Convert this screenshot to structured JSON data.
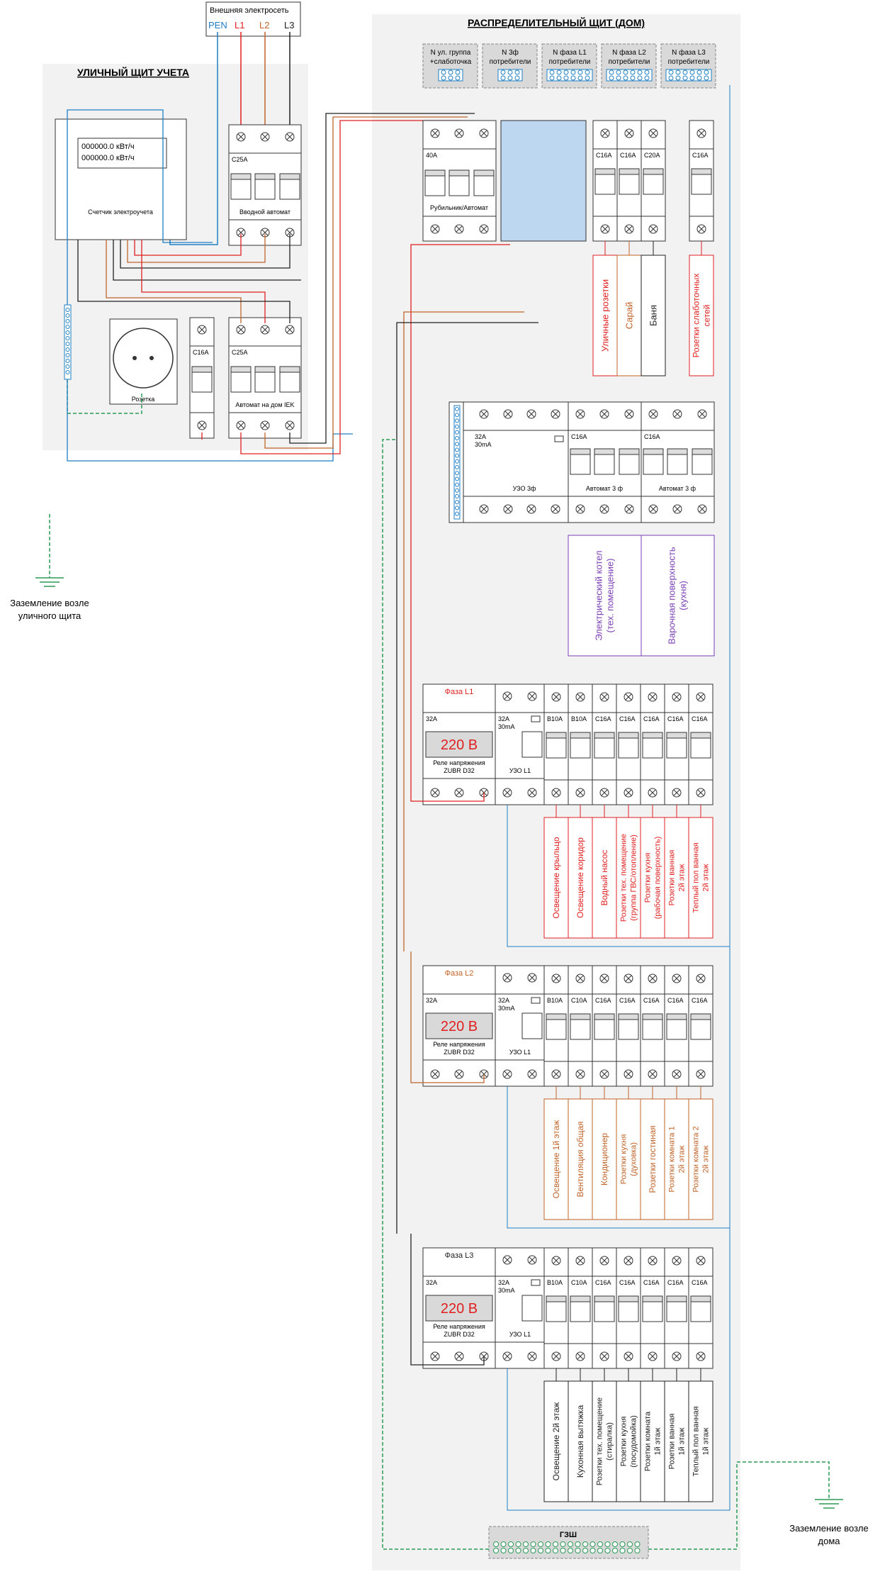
{
  "ext_supply": {
    "title": "Внешняя электросеть",
    "pen": "PEN",
    "l1": "L1",
    "l2": "L2",
    "l3": "L3"
  },
  "street": {
    "title": "УЛИЧНЫЙ ЩИТ УЧЕТА",
    "meter_line1": "000000.0 кВт/ч",
    "meter_line2": "000000.0 кВт/ч",
    "meter_label": "Счетчик электроучета",
    "input_rating": "C25A",
    "input_label": "Вводной автомат",
    "socket_label": "Розетка",
    "socket_breaker": "C16A",
    "house_breaker": "C25A",
    "house_label": "Автомат на дом IEK",
    "ground_label": [
      "Заземление возле",
      "уличного щита"
    ]
  },
  "main": {
    "title": "РАСПРЕДЕЛИТЕЛЬНЫЙ ЩИТ (ДОМ)",
    "n_groups": [
      [
        "N ул. группа",
        "+слаботочка"
      ],
      [
        "N 3ф",
        "потребители"
      ],
      [
        "N фаза L1",
        "потребители"
      ],
      [
        "N фаза L2",
        "потребители"
      ],
      [
        "N фаза L3",
        "потребители"
      ]
    ],
    "switch_rating": "40A",
    "switch_label": "Рубильник/Автомат",
    "outdoor_breakers": [
      "C16A",
      "C16A",
      "C20A"
    ],
    "low_breaker": "C16A",
    "outdoor_loads": [
      "Уличные розетки",
      "Сарай",
      "Баня"
    ],
    "low_load": [
      "Розетки слаботочных",
      "сетей"
    ],
    "rcd3_rating": [
      "32A",
      "30mA"
    ],
    "rcd3_label": "УЗО 3ф",
    "ab3_rating": "C16A",
    "ab3_label": "Автомат 3 ф",
    "three_loads": [
      [
        "Электрический котел",
        "(тех. помещение)"
      ],
      [
        "Варочная поверхность",
        "(кухня)"
      ]
    ],
    "relay_rating": "32A",
    "relay_value": "220 В",
    "relay_label": [
      "Реле напряжения",
      "ZUBR D32"
    ],
    "rcd_rating": [
      "32A",
      "30mA"
    ],
    "rcd_label": "УЗО L1",
    "gzsh": "ГЗШ",
    "ground_label": [
      "Заземление возле",
      "дома"
    ]
  },
  "phases": [
    {
      "title": "Фаза L1",
      "color": "#e02020",
      "breakers": [
        "B10A",
        "B10A",
        "C16A",
        "C16A",
        "C16A",
        "C16A",
        "C16A"
      ],
      "loads": [
        [
          "Освещение крыльцо"
        ],
        [
          "Освещение коридор"
        ],
        [
          "Водный насос"
        ],
        [
          "Розетки тех. помещение",
          "(группа ГВС/отопление)"
        ],
        [
          "Розетки кухня",
          "(рабочая поверхность)"
        ],
        [
          "Розетки ванная",
          "2й этаж"
        ],
        [
          "Теплый пол ванная",
          "2й этаж"
        ]
      ]
    },
    {
      "title": "Фаза L2",
      "color": "#c0642a",
      "breakers": [
        "B10A",
        "C10A",
        "C16A",
        "C16A",
        "C16A",
        "C16A",
        "C16A"
      ],
      "loads": [
        [
          "Освещение 1й этаж"
        ],
        [
          "Вентиляция общая"
        ],
        [
          "Кондиционер"
        ],
        [
          "Розетки кухня",
          "(духовка)"
        ],
        [
          "Розетки гостиная"
        ],
        [
          "Розетки комната 1",
          "2й этаж"
        ],
        [
          "Розетки комната 2",
          "2й этаж"
        ]
      ]
    },
    {
      "title": "Фаза L3",
      "color": "#222222",
      "breakers": [
        "B10A",
        "C10A",
        "C16A",
        "C16A",
        "C16A",
        "C16A",
        "C16A"
      ],
      "loads": [
        [
          "Освещение 2й этаж"
        ],
        [
          "Кухонная вытяжка"
        ],
        [
          "Розетки тех. помещение",
          "(стиралка)"
        ],
        [
          "Розетки кухня",
          "(посудомойка)"
        ],
        [
          "Розетки комната",
          "1й этаж"
        ],
        [
          "Розетки ванная",
          "1й этаж"
        ],
        [
          "Теплый пол ванная",
          "1й этаж"
        ]
      ]
    }
  ],
  "colors": {
    "pen": "#1f7fc4",
    "l1": "#e02020",
    "l2": "#c0642a",
    "l3": "#222222",
    "ground": "#2a9a55",
    "purple": "#7a3fb5",
    "panel": "#f2f2f2"
  }
}
